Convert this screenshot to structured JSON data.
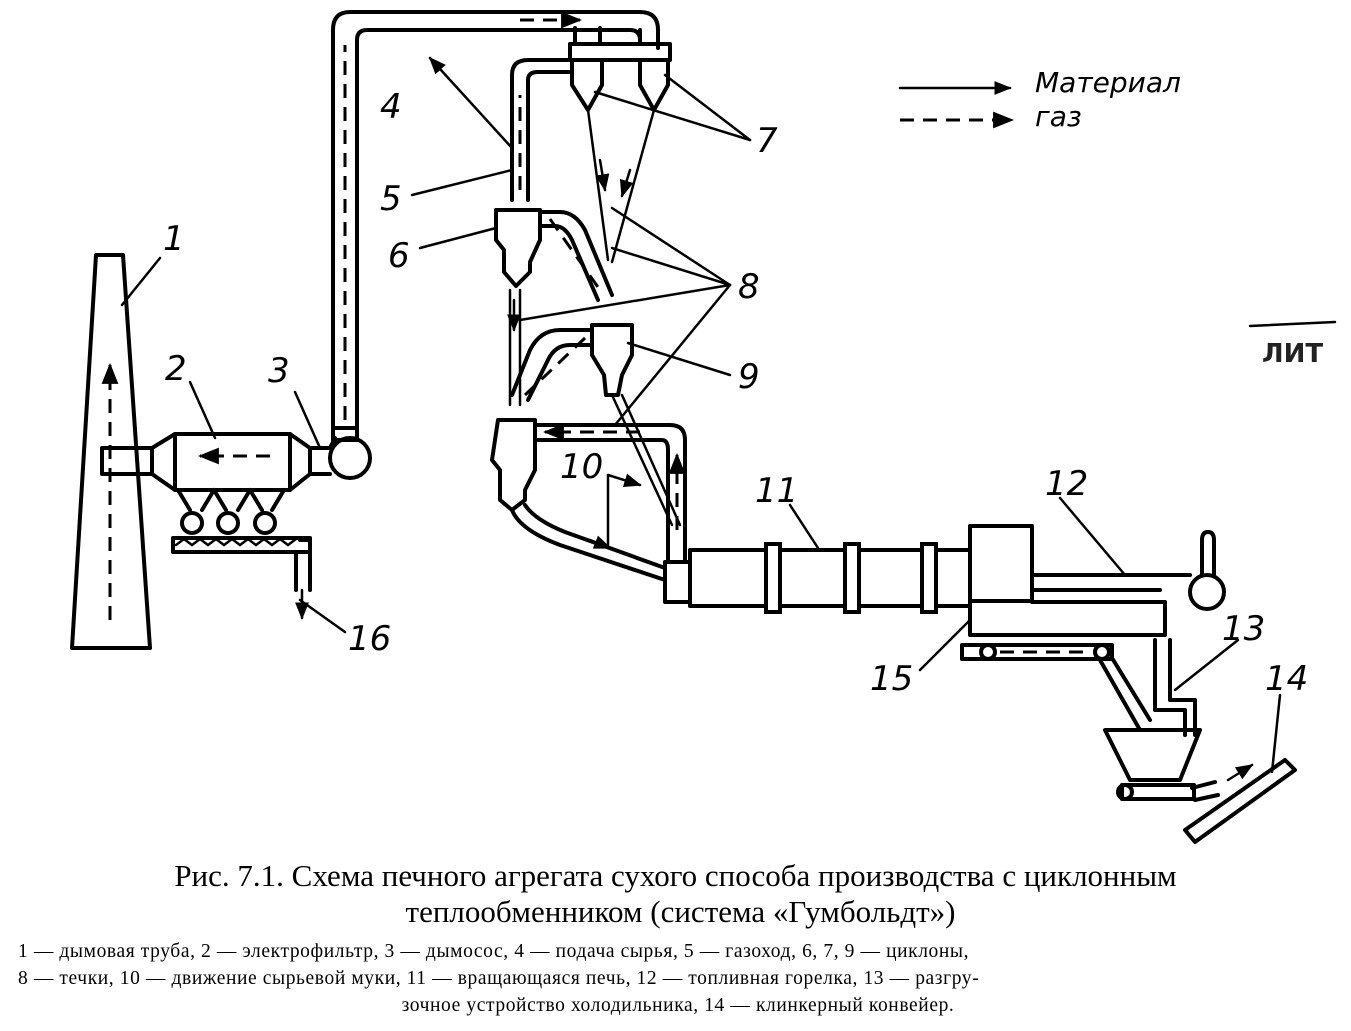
{
  "figure": {
    "caption_line1": "Рис. 7.1. Схема печного агрегата сухого способа производства с циклонным",
    "caption_line2": "теплообменником (система «Гумбольдт»)",
    "legend_line1": "1 — дымовая труба, 2 — электрофильтр, 3 — дымосос, 4 — подача сырья, 5 — газоход, 6, 7, 9 — циклоны,",
    "legend_line2": "8 — течки, 10 — движение сырьевой муки, 11 — вращающаяся печь, 12 — топливная горелка, 13 — разгру-",
    "legend_line3": "зочное устройство холодильника, 14 — клинкерный конвейер."
  },
  "diagram": {
    "labels": [
      "1",
      "2",
      "3",
      "4",
      "5",
      "6",
      "7",
      "8",
      "9",
      "10",
      "11",
      "12",
      "13",
      "14",
      "15",
      "16"
    ],
    "legend_material": "Материал",
    "legend_gas": "газ",
    "stamp": "ЛИТ"
  },
  "colors": {
    "ink": "#000000",
    "paper": "#ffffff"
  }
}
